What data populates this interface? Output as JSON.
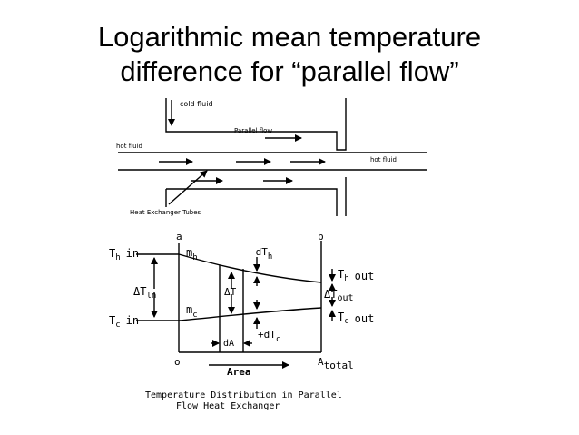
{
  "slide": {
    "title_line1": "Logarithmic mean temperature",
    "title_line2": "difference for “parallel flow”"
  },
  "schematic": {
    "cold_fluid": "cold fluid",
    "parallel_flow": "Parallel flow",
    "hot_fluid_in": "hot fluid",
    "hot_fluid_out": "hot fluid",
    "tubes": "Heat Exchanger Tubes"
  },
  "plot": {
    "point_a": "a",
    "point_b": "b",
    "point_o": "o",
    "th_in_T": "T",
    "th_in_sub": "h",
    "th_in_suffix": "in",
    "tc_in_T": "T",
    "tc_in_sub": "c",
    "tc_in_suffix": "in",
    "dT_ln": "ΔT",
    "dT_ln_sub": "ln",
    "mh": "m",
    "mh_sub": "h",
    "mc": "m",
    "mc_sub": "c",
    "minus_dTh": "−dT",
    "minus_dTh_sub": "h",
    "plus_dTc": "+dT",
    "plus_dTc_sub": "c",
    "dT": "ΔT",
    "dA": "dA",
    "th_out_T": "T",
    "th_out_sub": "h",
    "th_out_suffix": "out",
    "dT_out": "ΔT",
    "dT_out_sub": "out",
    "tc_out_T": "T",
    "tc_out_sub": "c",
    "tc_out_suffix": "out",
    "area": "Area",
    "a_total": "A",
    "a_total_sub": "total",
    "caption_line1": "Temperature Distribution in Parallel",
    "caption_line2": "Flow Heat Exchanger"
  }
}
